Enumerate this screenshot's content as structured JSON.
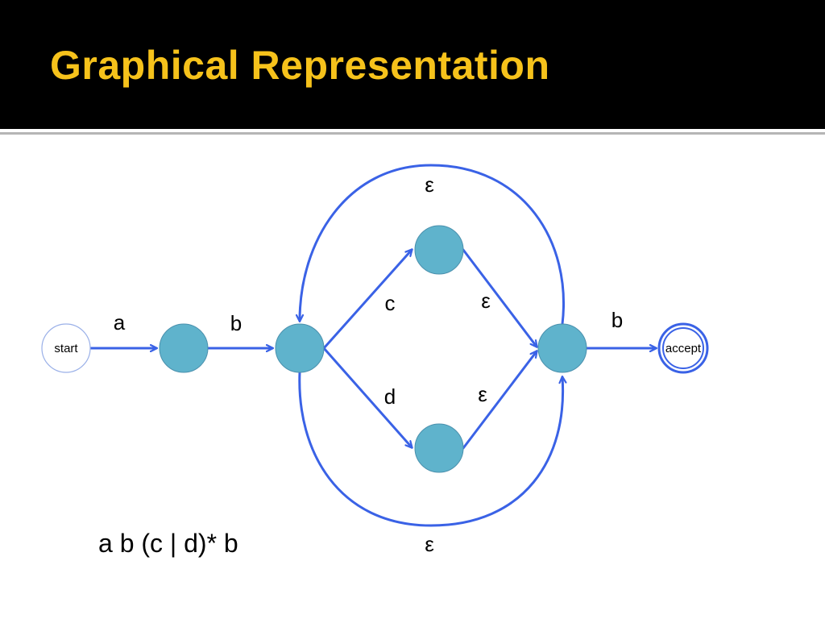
{
  "slide": {
    "title": "Graphical Representation",
    "expression": "a b (c | d)* b"
  },
  "colors": {
    "title_bar": "#000000",
    "title_text": "#f6c21b",
    "state_fill": "#5fb3cc",
    "state_stroke": "#4a90ad",
    "edge": "#3a62e6",
    "terminal_fill": "#ffffff"
  },
  "automaton": {
    "states": [
      {
        "id": "s0",
        "label": "start"
      },
      {
        "id": "s1",
        "label": ""
      },
      {
        "id": "s2",
        "label": ""
      },
      {
        "id": "s3",
        "label": ""
      },
      {
        "id": "s4",
        "label": ""
      },
      {
        "id": "s5",
        "label": ""
      },
      {
        "id": "s6",
        "label": "accept"
      }
    ],
    "transitions": [
      {
        "from": "s0",
        "to": "s1",
        "label": "a"
      },
      {
        "from": "s1",
        "to": "s2",
        "label": "b"
      },
      {
        "from": "s2",
        "to": "s3",
        "label": "c"
      },
      {
        "from": "s2",
        "to": "s4",
        "label": "d"
      },
      {
        "from": "s3",
        "to": "s5",
        "label": "ε"
      },
      {
        "from": "s4",
        "to": "s5",
        "label": "ε"
      },
      {
        "from": "s5",
        "to": "s2",
        "label": "ε"
      },
      {
        "from": "s2",
        "to": "s5",
        "label": "ε"
      },
      {
        "from": "s5",
        "to": "s6",
        "label": "b"
      }
    ]
  }
}
